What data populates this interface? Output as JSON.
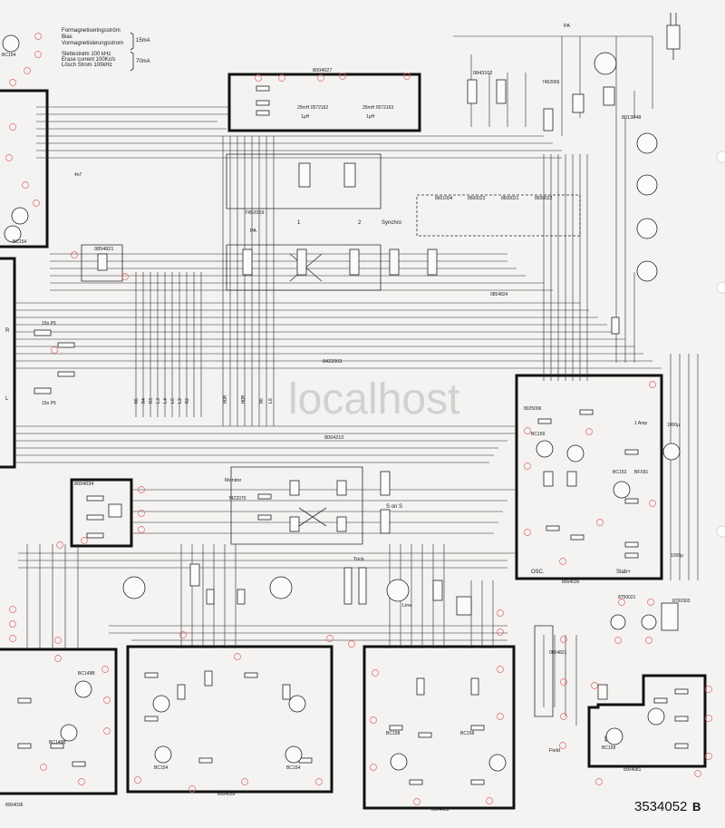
{
  "header_notes": {
    "bias_lines": [
      "Formagnetiseringsström",
      "Bias",
      "Vormagnetisierungsstrom"
    ],
    "bias_value": "15mA",
    "erase_lines": [
      "Slettestrøm 100 kHz",
      "Erase current 100Kc/s",
      "Lösch Strom 100kHz"
    ],
    "erase_value": "70mA"
  },
  "block_labels": {
    "top_center": "8004027",
    "head_left": "25mH 0572162",
    "head_right": "25mH 0572163",
    "speaker_switch": "0843102",
    "mains_block": "8013048",
    "relay_block": "7452066",
    "playback_block": "0854821",
    "channel_1": "1",
    "channel_2": "2",
    "synchro": "Synchro",
    "sync_ics": [
      "8601004",
      "8600023",
      "8600021",
      "8600022"
    ],
    "switch_bank": "0854824",
    "pa_left": "PA",
    "pa_top": "PA",
    "relay_label": "7452059",
    "bus_board": "8422003",
    "bus_board_2": "8004210",
    "monitor_board": "7422070",
    "monitor_label": "Monitor",
    "s_on_s": "S on S",
    "trick_label": "Trick",
    "line_label": "Line",
    "mic_board": "8004034",
    "osc_board": "8025006",
    "osc_label": "OSC.",
    "osc_num": "8004035",
    "stab_label": "Stab+",
    "led_board": "8750021",
    "lamp_block": "8700303",
    "left_bottom_board": "8004036",
    "preamp_left": "8004039",
    "preamp_mid": "8004023",
    "power_board": "8004081",
    "power_switch": "0854821",
    "field_label": "Field",
    "channel_R": "R",
    "channel_L": "L",
    "cap_labels": [
      "15n P5",
      "15n P5",
      "4n7",
      "1μH",
      "1μH"
    ],
    "transistors": [
      "BC154",
      "BC154",
      "BC149B",
      "BC149B",
      "BC158",
      "BC158",
      "BC159",
      "BC154",
      "BC153",
      "BC154",
      "BC159",
      "BFX81"
    ],
    "lamp_rating": "1 Amp",
    "cap_osc": "1000μ",
    "cap_osc_2": "1000μ"
  },
  "bus_pins": [
    "R6",
    "R4",
    "R3",
    "L3",
    "L4",
    "L6",
    "L2",
    "R2",
    "HOM",
    "HOM",
    "R6",
    "L6"
  ],
  "watermark": "localhost",
  "document_number": "3534052",
  "revision": "B"
}
